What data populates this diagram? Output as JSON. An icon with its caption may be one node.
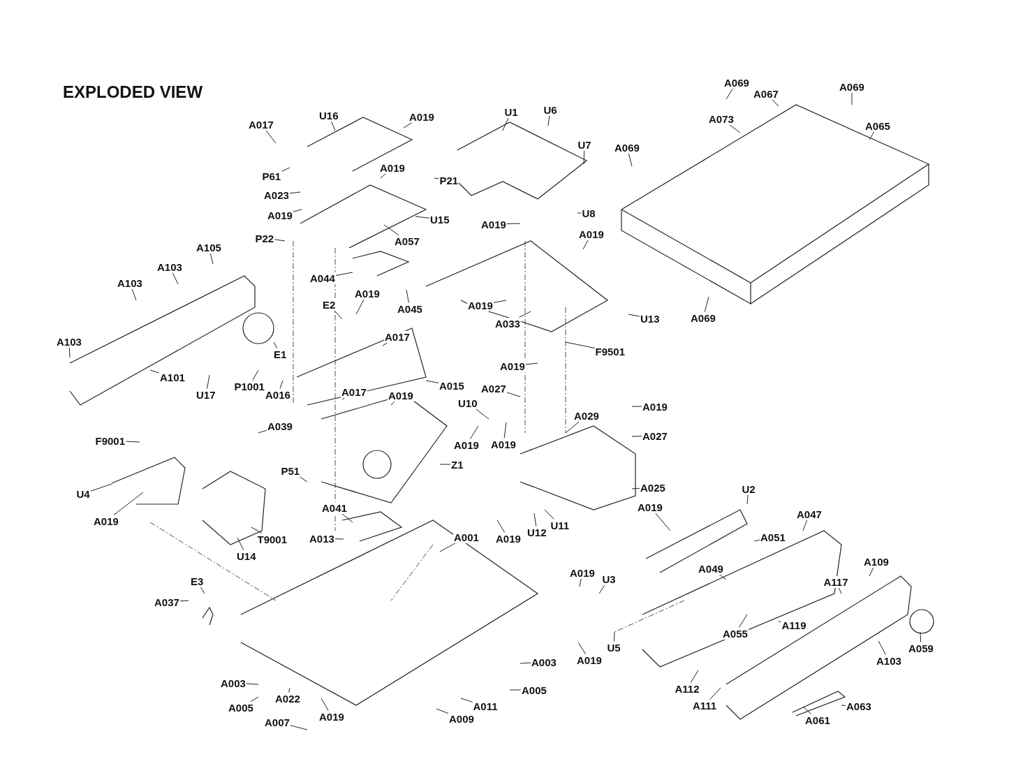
{
  "diagram": {
    "title": "EXPLODED VIEW",
    "nodes": [
      {
        "text": [
          "A017"
        ]
      },
      {
        "text": [
          "U16"
        ]
      },
      {
        "text": [
          "A019"
        ]
      },
      {
        "text": [
          "U1"
        ]
      },
      {
        "text": [
          "U6"
        ]
      },
      {
        "text": [
          "U7"
        ]
      },
      {
        "text": [
          "A069"
        ]
      },
      {
        "text": [
          "A067"
        ]
      },
      {
        "text": [
          "A069"
        ]
      },
      {
        "text": [
          "A073"
        ]
      },
      {
        "text": [
          "A065"
        ]
      },
      {
        "text": [
          "A069"
        ]
      },
      {
        "text": [
          "P61"
        ]
      },
      {
        "text": [
          "A019"
        ]
      },
      {
        "text": [
          "P21"
        ]
      },
      {
        "text": [
          "A023"
        ]
      },
      {
        "text": [
          "A019"
        ]
      },
      {
        "text": [
          "U15"
        ]
      },
      {
        "text": [
          "U8"
        ]
      },
      {
        "text": [
          "A019"
        ]
      },
      {
        "text": [
          "A019"
        ]
      },
      {
        "text": [
          "P22"
        ]
      },
      {
        "text": [
          "A057"
        ]
      },
      {
        "text": [
          "A105"
        ]
      },
      {
        "text": [
          "A103"
        ]
      },
      {
        "text": [
          "A103"
        ]
      },
      {
        "text": [
          "A044"
        ]
      },
      {
        "text": [
          "A019"
        ]
      },
      {
        "text": [
          "A045"
        ]
      },
      {
        "text": [
          "A019"
        ]
      },
      {
        "text": [
          "E2"
        ]
      },
      {
        "text": [
          "A033"
        ]
      },
      {
        "text": [
          "U13"
        ]
      },
      {
        "text": [
          "A069"
        ]
      },
      {
        "text": [
          "A103"
        ]
      },
      {
        "text": [
          "A017"
        ]
      },
      {
        "text": [
          "E1"
        ]
      },
      {
        "text": [
          "F9501"
        ]
      },
      {
        "text": [
          "A101"
        ]
      },
      {
        "text": [
          "U17"
        ]
      },
      {
        "text": [
          "P1001"
        ]
      },
      {
        "text": [
          "A016"
        ]
      },
      {
        "text": [
          "A015"
        ]
      },
      {
        "text": [
          "A019"
        ]
      },
      {
        "text": [
          "A017"
        ]
      },
      {
        "text": [
          "A019"
        ]
      },
      {
        "text": [
          "A027"
        ]
      },
      {
        "text": [
          "U10"
        ]
      },
      {
        "text": [
          "A019"
        ]
      },
      {
        "text": [
          "A029"
        ]
      },
      {
        "text": [
          "A027"
        ]
      },
      {
        "text": [
          "F9001"
        ]
      },
      {
        "text": [
          "A039"
        ]
      },
      {
        "text": [
          "A019"
        ]
      },
      {
        "text": [
          "A019"
        ]
      },
      {
        "text": [
          "Z1"
        ]
      },
      {
        "text": [
          "P51"
        ]
      },
      {
        "text": [
          "A025"
        ]
      },
      {
        "text": [
          "U2"
        ]
      },
      {
        "text": [
          "U4"
        ]
      },
      {
        "text": [
          "A041"
        ]
      },
      {
        "text": [
          "A019"
        ]
      },
      {
        "text": [
          "A047"
        ]
      },
      {
        "text": [
          "A019"
        ]
      },
      {
        "text": [
          "A013"
        ]
      },
      {
        "text": [
          "A001"
        ]
      },
      {
        "text": [
          "U12"
        ]
      },
      {
        "text": [
          "U11"
        ]
      },
      {
        "text": [
          "A019"
        ]
      },
      {
        "text": [
          "T9001"
        ]
      },
      {
        "text": [
          "A051"
        ]
      },
      {
        "text": [
          "U14"
        ]
      },
      {
        "text": [
          "A109"
        ]
      },
      {
        "text": [
          "A049"
        ]
      },
      {
        "text": [
          "A117"
        ]
      },
      {
        "text": [
          "A019"
        ]
      },
      {
        "text": [
          "U3"
        ]
      },
      {
        "text": [
          "E3"
        ]
      },
      {
        "text": [
          "A037"
        ]
      },
      {
        "text": [
          "A119"
        ]
      },
      {
        "text": [
          "A055"
        ]
      },
      {
        "text": [
          "U5"
        ]
      },
      {
        "text": [
          "A059"
        ]
      },
      {
        "text": [
          "A019"
        ]
      },
      {
        "text": [
          "A103"
        ]
      },
      {
        "text": [
          "A003"
        ]
      },
      {
        "text": [
          "A003"
        ]
      },
      {
        "text": [
          "A005"
        ]
      },
      {
        "text": [
          "A112"
        ]
      },
      {
        "text": [
          "A022"
        ]
      },
      {
        "text": [
          "A011"
        ]
      },
      {
        "text": [
          "A111"
        ]
      },
      {
        "text": [
          "A063"
        ]
      },
      {
        "text": [
          "A005"
        ]
      },
      {
        "text": [
          "A019"
        ]
      },
      {
        "text": [
          "A009"
        ]
      },
      {
        "text": [
          "A007"
        ]
      },
      {
        "text": [
          "A061"
        ]
      }
    ],
    "edges": [
      {
        "from": 0,
        "to": null,
        "arrow": "none"
      },
      {
        "from": 1,
        "to": null,
        "arrow": "none"
      },
      {
        "from": 2,
        "to": null,
        "arrow": "none"
      },
      {
        "from": 3,
        "to": null,
        "arrow": "none"
      },
      {
        "from": 4,
        "to": null,
        "arrow": "none"
      },
      {
        "from": 5,
        "to": null,
        "arrow": "none"
      },
      {
        "from": 6,
        "to": null,
        "arrow": "none"
      },
      {
        "from": 7,
        "to": null,
        "arrow": "none"
      },
      {
        "from": 8,
        "to": null,
        "arrow": "none"
      },
      {
        "from": 9,
        "to": null,
        "arrow": "none"
      },
      {
        "from": 10,
        "to": null,
        "arrow": "none"
      },
      {
        "from": 11,
        "to": null,
        "arrow": "none"
      },
      {
        "from": 12,
        "to": null,
        "arrow": "none"
      },
      {
        "from": 13,
        "to": null,
        "arrow": "none"
      },
      {
        "from": 14,
        "to": null,
        "arrow": "none"
      },
      {
        "from": 15,
        "to": null,
        "arrow": "none"
      },
      {
        "from": 16,
        "to": null,
        "arrow": "none"
      },
      {
        "from": 17,
        "to": null,
        "arrow": "none"
      },
      {
        "from": 18,
        "to": null,
        "arrow": "none"
      },
      {
        "from": 19,
        "to": null,
        "arrow": "none"
      },
      {
        "from": 20,
        "to": null,
        "arrow": "none"
      },
      {
        "from": 21,
        "to": null,
        "arrow": "none"
      },
      {
        "from": 22,
        "to": null,
        "arrow": "none"
      },
      {
        "from": 23,
        "to": null,
        "arrow": "none"
      },
      {
        "from": 24,
        "to": null,
        "arrow": "none"
      },
      {
        "from": 25,
        "to": null,
        "arrow": "none"
      },
      {
        "from": 26,
        "to": null,
        "arrow": "none"
      },
      {
        "from": 27,
        "to": null,
        "arrow": "none"
      },
      {
        "from": 28,
        "to": null,
        "arrow": "none"
      },
      {
        "from": 29,
        "to": null,
        "arrow": "none"
      },
      {
        "from": 30,
        "to": null,
        "arrow": "none"
      },
      {
        "from": 31,
        "to": null,
        "arrow": "none"
      },
      {
        "from": 32,
        "to": null,
        "arrow": "none"
      },
      {
        "from": 33,
        "to": null,
        "arrow": "none"
      },
      {
        "from": 34,
        "to": null,
        "arrow": "none"
      },
      {
        "from": 35,
        "to": null,
        "arrow": "none"
      },
      {
        "from": 36,
        "to": null,
        "arrow": "none"
      },
      {
        "from": 37,
        "to": null,
        "arrow": "none"
      },
      {
        "from": 38,
        "to": null,
        "arrow": "none"
      },
      {
        "from": 39,
        "to": null,
        "arrow": "none"
      },
      {
        "from": 40,
        "to": null,
        "arrow": "none"
      },
      {
        "from": 41,
        "to": null,
        "arrow": "none"
      },
      {
        "from": 42,
        "to": null,
        "arrow": "none"
      },
      {
        "from": 43,
        "to": null,
        "arrow": "none"
      },
      {
        "from": 44,
        "to": null,
        "arrow": "none"
      },
      {
        "from": 45,
        "to": null,
        "arrow": "none"
      },
      {
        "from": 46,
        "to": null,
        "arrow": "none"
      },
      {
        "from": 47,
        "to": null,
        "arrow": "none"
      },
      {
        "from": 48,
        "to": null,
        "arrow": "none"
      },
      {
        "from": 49,
        "to": null,
        "arrow": "none"
      },
      {
        "from": 50,
        "to": null,
        "arrow": "none"
      },
      {
        "from": 51,
        "to": null,
        "arrow": "none"
      },
      {
        "from": 52,
        "to": null,
        "arrow": "none"
      },
      {
        "from": 53,
        "to": null,
        "arrow": "none"
      },
      {
        "from": 54,
        "to": null,
        "arrow": "none"
      },
      {
        "from": 55,
        "to": null,
        "arrow": "none"
      },
      {
        "from": 56,
        "to": null,
        "arrow": "none"
      },
      {
        "from": 57,
        "to": null,
        "arrow": "none"
      },
      {
        "from": 58,
        "to": null,
        "arrow": "none"
      },
      {
        "from": 59,
        "to": null,
        "arrow": "none"
      },
      {
        "from": 60,
        "to": null,
        "arrow": "none"
      },
      {
        "from": 61,
        "to": null,
        "arrow": "none"
      },
      {
        "from": 62,
        "to": null,
        "arrow": "none"
      },
      {
        "from": 63,
        "to": null,
        "arrow": "none"
      },
      {
        "from": 64,
        "to": null,
        "arrow": "none"
      },
      {
        "from": 65,
        "to": null,
        "arrow": "none"
      },
      {
        "from": 66,
        "to": null,
        "arrow": "none"
      },
      {
        "from": 67,
        "to": null,
        "arrow": "none"
      },
      {
        "from": 68,
        "to": null,
        "arrow": "none"
      },
      {
        "from": 69,
        "to": null,
        "arrow": "none"
      },
      {
        "from": 70,
        "to": null,
        "arrow": "none"
      },
      {
        "from": 71,
        "to": null,
        "arrow": "none"
      },
      {
        "from": 72,
        "to": null,
        "arrow": "none"
      },
      {
        "from": 73,
        "to": null,
        "arrow": "none"
      },
      {
        "from": 74,
        "to": null,
        "arrow": "none"
      },
      {
        "from": 75,
        "to": null,
        "arrow": "none"
      },
      {
        "from": 76,
        "to": null,
        "arrow": "none"
      },
      {
        "from": 77,
        "to": null,
        "arrow": "none"
      },
      {
        "from": 78,
        "to": null,
        "arrow": "none"
      },
      {
        "from": 79,
        "to": null,
        "arrow": "none"
      },
      {
        "from": 80,
        "to": null,
        "arrow": "none"
      },
      {
        "from": 81,
        "to": null,
        "arrow": "none"
      },
      {
        "from": 82,
        "to": null,
        "arrow": "none"
      },
      {
        "from": 83,
        "to": null,
        "arrow": "none"
      },
      {
        "from": 84,
        "to": null,
        "arrow": "none"
      },
      {
        "from": 85,
        "to": null,
        "arrow": "none"
      },
      {
        "from": 86,
        "to": null,
        "arrow": "none"
      },
      {
        "from": 87,
        "to": null,
        "arrow": "none"
      },
      {
        "from": 88,
        "to": null,
        "arrow": "none"
      },
      {
        "from": 89,
        "to": null,
        "arrow": "none"
      },
      {
        "from": 90,
        "to": null,
        "arrow": "none"
      },
      {
        "from": 91,
        "to": null,
        "arrow": "none"
      },
      {
        "from": 92,
        "to": null,
        "arrow": "none"
      },
      {
        "from": 93,
        "to": null,
        "arrow": "none"
      },
      {
        "from": 94,
        "to": null,
        "arrow": "none"
      },
      {
        "from": 95,
        "to": null,
        "arrow": "none"
      },
      {
        "from": 96,
        "to": null,
        "arrow": "none"
      },
      {
        "from": 97,
        "to": null,
        "arrow": "none"
      }
    ]
  }
}
